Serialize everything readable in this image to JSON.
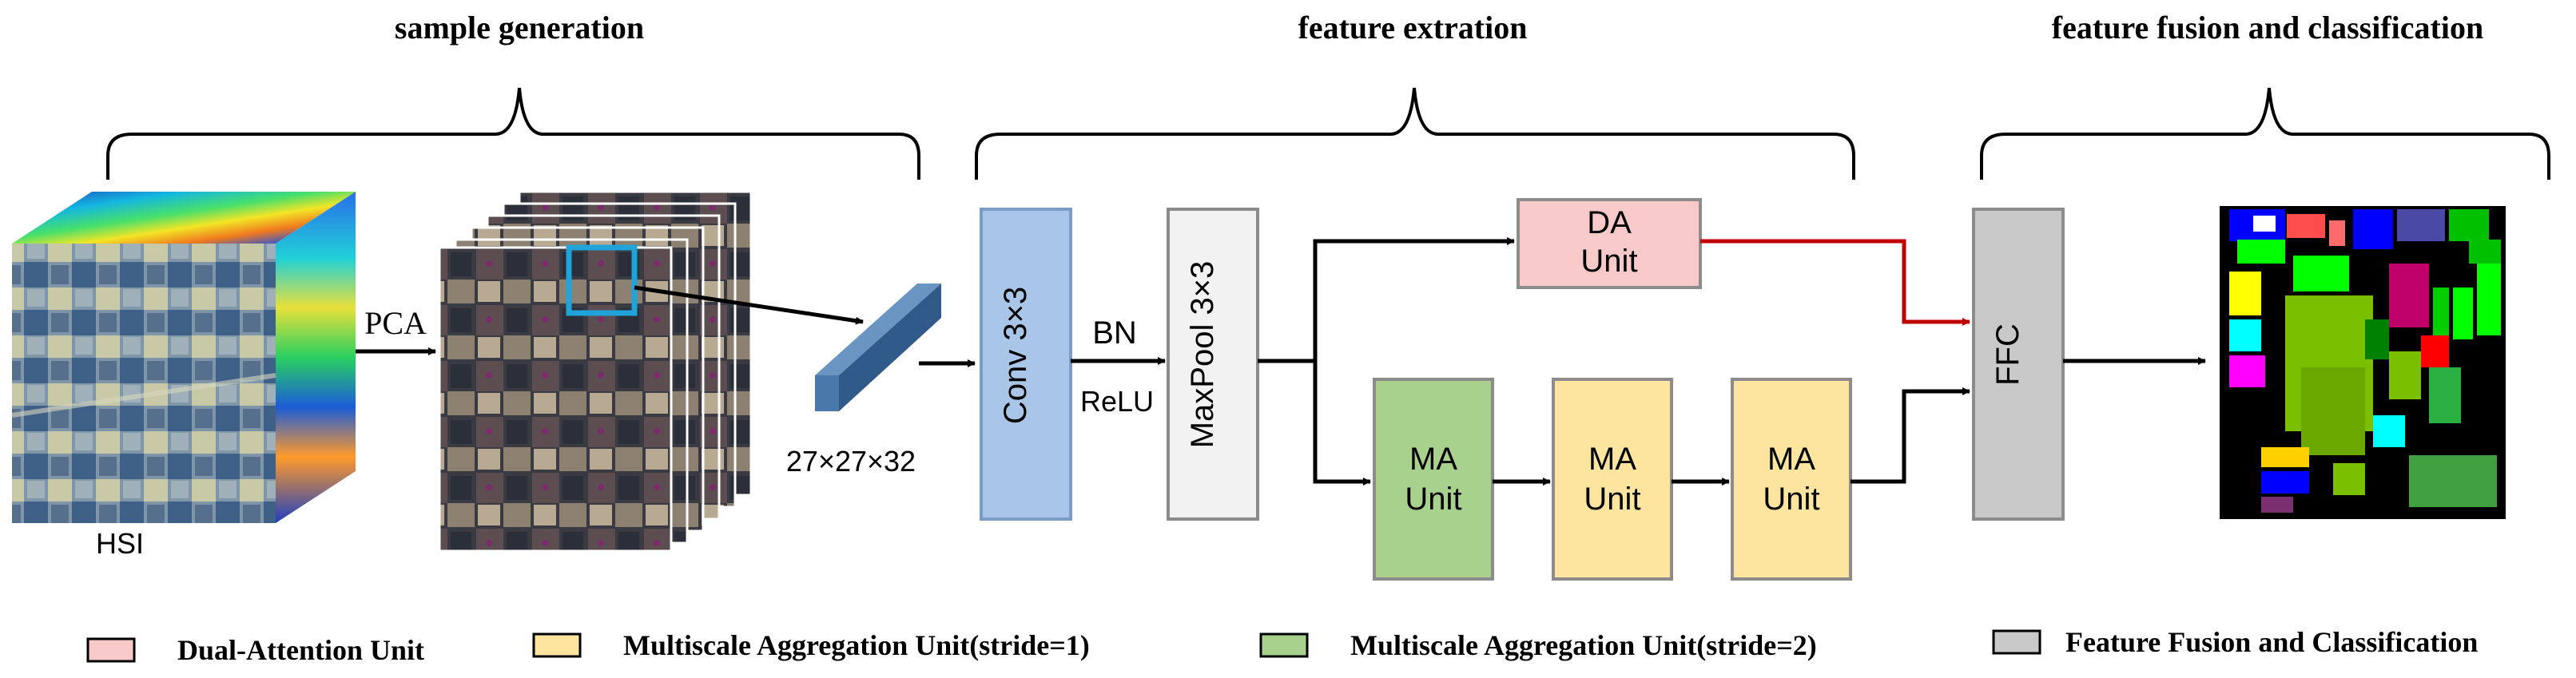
{
  "sections": {
    "sample_generation": "sample generation",
    "feature_extraction": "feature extration",
    "fusion_classification": "feature fusion and classification"
  },
  "input": {
    "hsi_label": "HSI",
    "pca_label": "PCA",
    "patch_size": "27×27×32"
  },
  "blocks": {
    "conv": "Conv 3×3",
    "bn": "BN",
    "relu": "ReLU",
    "maxpool": "MaxPool 3×3",
    "da_line1": "DA",
    "da_line2": "Unit",
    "ma_line1": "MA",
    "ma_line2": "Unit",
    "ffc": "FFC"
  },
  "legend": {
    "da": "Dual-Attention Unit",
    "ma1": "Multiscale Aggregation Unit(stride=1)",
    "ma2": "Multiscale Aggregation Unit(stride=2)",
    "ffc": "Feature Fusion and Classification"
  },
  "colors": {
    "conv_fill": "#a9c6e8",
    "conv_stroke": "#7a9cc6",
    "maxpool_fill": "#f2f2f2",
    "da_fill": "#f8c9c9",
    "ma1_fill": "#fde59f",
    "ma2_fill": "#a9d18e",
    "ffc_fill": "#c8c8c8",
    "block_stroke": "#8c8c8c",
    "da_arrow": "#c00000",
    "cube_blue": "#3d6fa3"
  }
}
